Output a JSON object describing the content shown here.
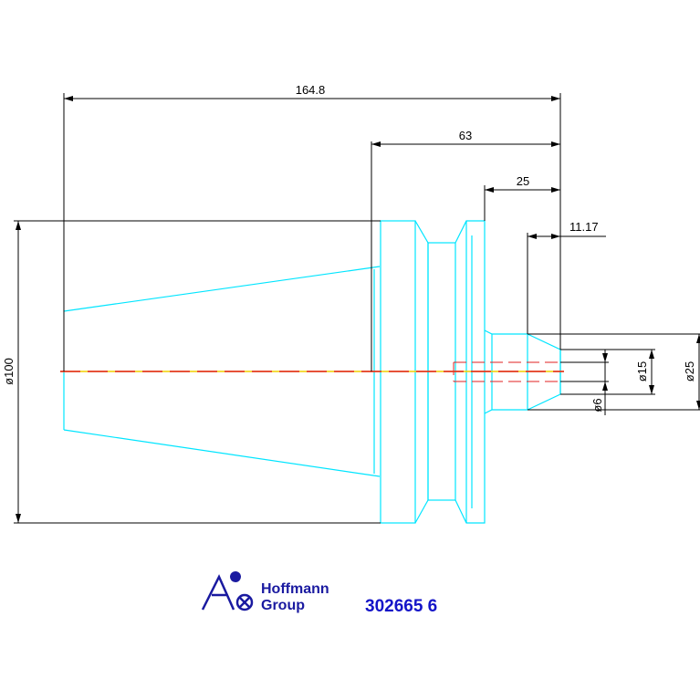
{
  "dimensions": {
    "overall_length": "164.8",
    "taper_to_end": "63",
    "flange_to_end": "25",
    "bore_depth": "11.17",
    "diameter_body": "ø100",
    "diameter_bore": "ø6",
    "diameter_mid": "ø15",
    "diameter_tip": "ø25"
  },
  "logo": {
    "line1": "Hoffmann",
    "line2": "Group"
  },
  "part_number": "302665 6",
  "colors": {
    "outline": "#00e5ff",
    "dimension": "#000000",
    "centerline_red": "#e02020",
    "centerline_yellow": "#f0d000",
    "brand": "#1a1aa0"
  }
}
